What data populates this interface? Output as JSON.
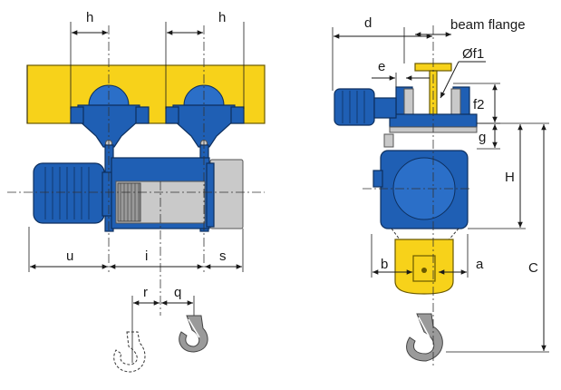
{
  "labels": {
    "h_left": "h",
    "h_right": "h",
    "u": "u",
    "i": "i",
    "s": "s",
    "r": "r",
    "q": "q",
    "d": "d",
    "beam_flange": "beam flange",
    "e": "e",
    "f1": "Øf1",
    "f2": "f2",
    "g": "g",
    "H": "H",
    "b": "b",
    "a": "a",
    "C": "C"
  },
  "colors": {
    "hoist_blue": "#1f5fb4",
    "beam_yellow": "#f7d21a",
    "drum_grey": "#c9c9c9",
    "hook_grey": "#9a9a9a"
  }
}
